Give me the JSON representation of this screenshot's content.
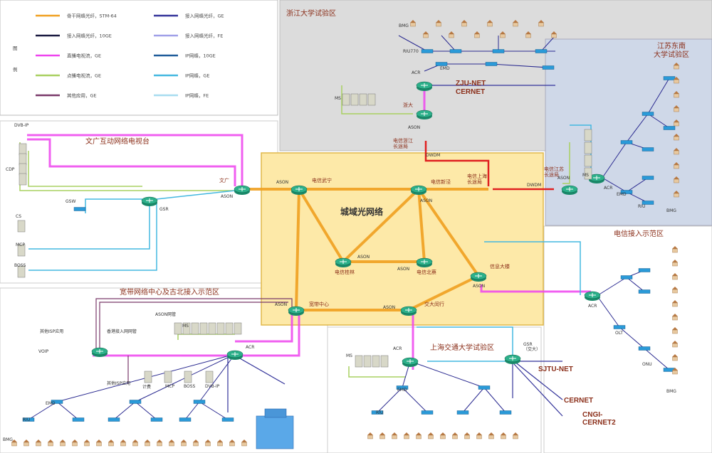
{
  "legend": {
    "title_chars": [
      "图",
      "例"
    ],
    "items": [
      {
        "label": "骨干网络光纤，STM-64",
        "color": "#f0a020"
      },
      {
        "label": "接入网络光纤，GE",
        "color": "#33339a"
      },
      {
        "label": "接入网络光纤，10GE",
        "color": "#1a1a40"
      },
      {
        "label": "接入网络光纤，FE",
        "color": "#a0a0e8"
      },
      {
        "label": "直播电视流，GE",
        "color": "#ee44ee"
      },
      {
        "label": "IP网络，10GE",
        "color": "#1f5c9a"
      },
      {
        "label": "点播电视流，GE",
        "color": "#a8d060"
      },
      {
        "label": "IP网络，GE",
        "color": "#44b8e0"
      },
      {
        "label": "其他应用，GE",
        "color": "#7a3a6a"
      },
      {
        "label": "IP网络，FE",
        "color": "#a8dcf0"
      }
    ]
  },
  "regions": {
    "zju_title": "浙江大学试验区",
    "jiangsu_title": "江苏东南\n大学试验区",
    "wenguang_title": "文广互动网络电视台",
    "telecom_title": "电信接入示范区",
    "broadband_title": "宽带网络中心及古北接入示范区",
    "sjtu_title": "上海交通大学试验区",
    "core_title": "城域光网络"
  },
  "external_networks": {
    "zju_net": "ZJU-NET",
    "cernet_top": "CERNET",
    "sjtu_net": "SJTU-NET",
    "cernet": "CERNET",
    "cngi": "CNGI-\nCERNET2"
  },
  "nodes": {
    "telecom_wuning": "电信武宁",
    "telecom_xinjing": "电信新泾",
    "telecom_caolin": "电信桂林",
    "telecom_beicai": "电信北蔡",
    "info_building": "信息大楼",
    "broadband_center": "宽带中心",
    "jiaoda_minxing": "交大闵行",
    "wenguang": "文广",
    "zheda": "浙大",
    "telecom_zj_long": "电信浙江\n长途局",
    "telecom_sh_long": "电信上海\n长途局",
    "telecom_js_long": "电信江苏\n长途局",
    "gsr_jiaoda": "GSR\n（交大）"
  },
  "labels": {
    "ason": "ASON",
    "dwdm": "DWDM",
    "acr": "ACR",
    "gsr": "GSR",
    "gsw": "GSW",
    "cs": "CS",
    "mcp": "MCP",
    "boss": "BOSS",
    "dvb_ip": "DVB-IP",
    "cdp": "CDP",
    "ms": "MS",
    "emd": "EMD",
    "riu": "RIU",
    "bmg": "BMG",
    "olt": "OLT",
    "onu": "ONU",
    "voip": "VOIP",
    "riu_770": "RIU770",
    "ason_net_mgmt": "ASON网管",
    "xiangtong": "香港接入网网管",
    "bill": "计费",
    "other_isp": "其他ISP应用"
  }
}
